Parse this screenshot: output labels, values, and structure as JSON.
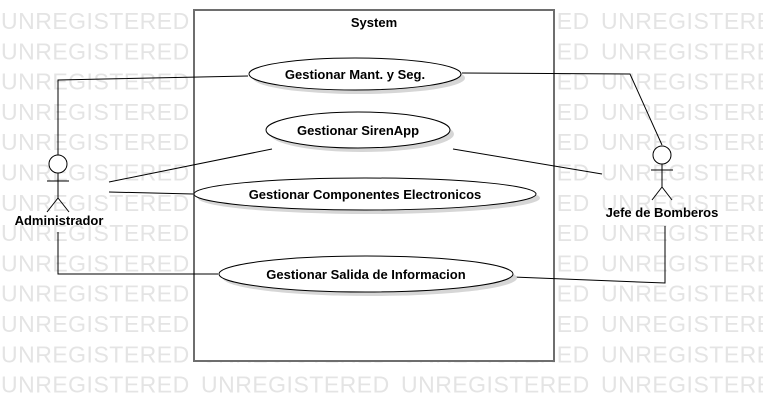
{
  "watermark": {
    "text": "UNREGISTERED"
  },
  "system": {
    "title": "System"
  },
  "actors": {
    "admin": {
      "label": "Administrador"
    },
    "chief": {
      "label": "Jefe de Bomberos"
    }
  },
  "use_cases": {
    "mant": {
      "label": "Gestionar Mant. y Seg."
    },
    "siren": {
      "label": "Gestionar SirenApp"
    },
    "comp": {
      "label": "Gestionar Componentes Electronicos"
    },
    "salida": {
      "label": "Gestionar Salida de Informacion"
    }
  },
  "associations": [
    {
      "actor": "Administrador",
      "use_case": "Gestionar Mant. y Seg."
    },
    {
      "actor": "Administrador",
      "use_case": "Gestionar SirenApp"
    },
    {
      "actor": "Administrador",
      "use_case": "Gestionar Componentes Electronicos"
    },
    {
      "actor": "Administrador",
      "use_case": "Gestionar Salida de Informacion"
    },
    {
      "actor": "Jefe de Bomberos",
      "use_case": "Gestionar Mant. y Seg."
    },
    {
      "actor": "Jefe de Bomberos",
      "use_case": "Gestionar SirenApp"
    },
    {
      "actor": "Jefe de Bomberos",
      "use_case": "Gestionar Salida de Informacion"
    }
  ]
}
